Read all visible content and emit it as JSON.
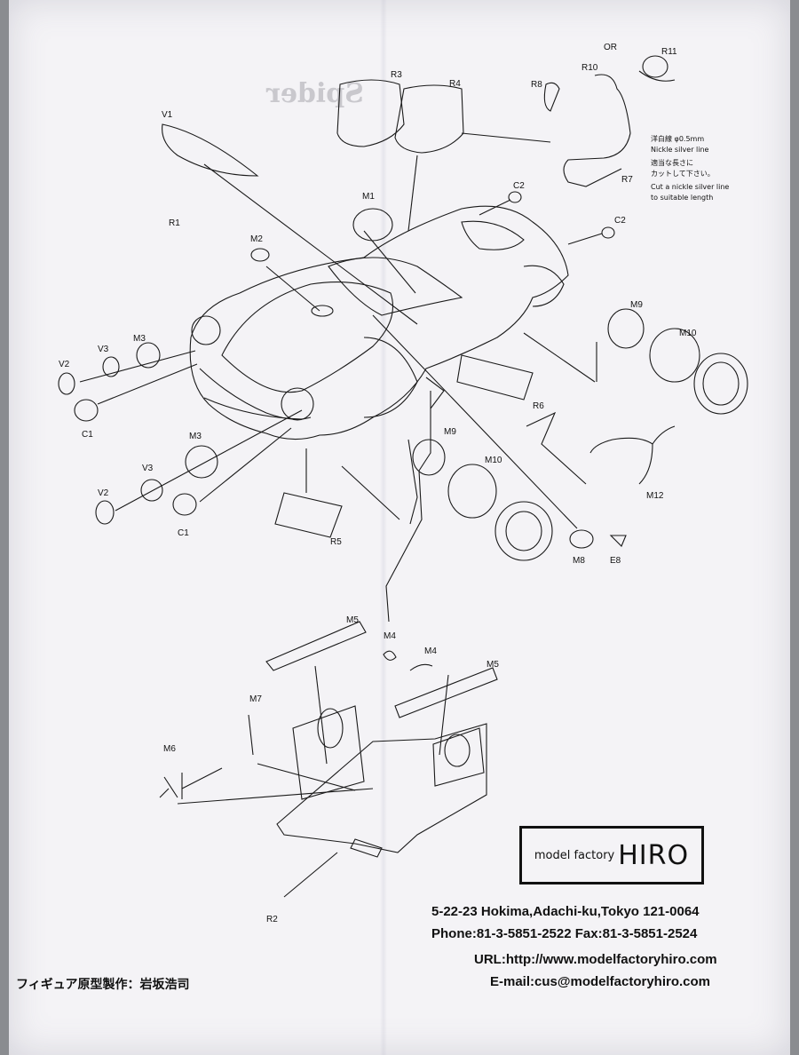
{
  "parts": {
    "V1": "V1",
    "R1": "R1",
    "R2": "R2",
    "R3": "R3",
    "R4": "R4",
    "R5": "R5",
    "R6": "R6",
    "R7": "R7",
    "R8": "R8",
    "R10": "R10",
    "R11": "R11",
    "OR": "OR",
    "M1": "M1",
    "M2": "M2",
    "M3": "M3",
    "M4": "M4",
    "M5": "M5",
    "M6": "M6",
    "M7": "M7",
    "M8": "M8",
    "M9": "M9",
    "M10": "M10",
    "M12": "M12",
    "V2": "V2",
    "V3": "V3",
    "C1": "C1",
    "C2": "C2",
    "E8": "E8"
  },
  "note": {
    "jp1": "洋白線 φ0.5mm",
    "en1": "Nickle silver line",
    "jp2": "適当な長さに",
    "jp3": "カットして下さい。",
    "en2": "Cut a nickle silver line",
    "en3": "to suitable length"
  },
  "ghost_title": "Spider",
  "logo": {
    "small": "model factory",
    "big": "HIRO"
  },
  "contact": {
    "address": "5-22-23 Hokima,Adachi-ku,Tokyo 121-0064",
    "phone": "Phone:81-3-5851-2522  Fax:81-3-5851-2524",
    "url": "URL:http://www.modelfactoryhiro.com",
    "email": "E-mail:cus@modelfactoryhiro.com"
  },
  "footer_jp": "フィギュア原型製作：岩坂浩司"
}
